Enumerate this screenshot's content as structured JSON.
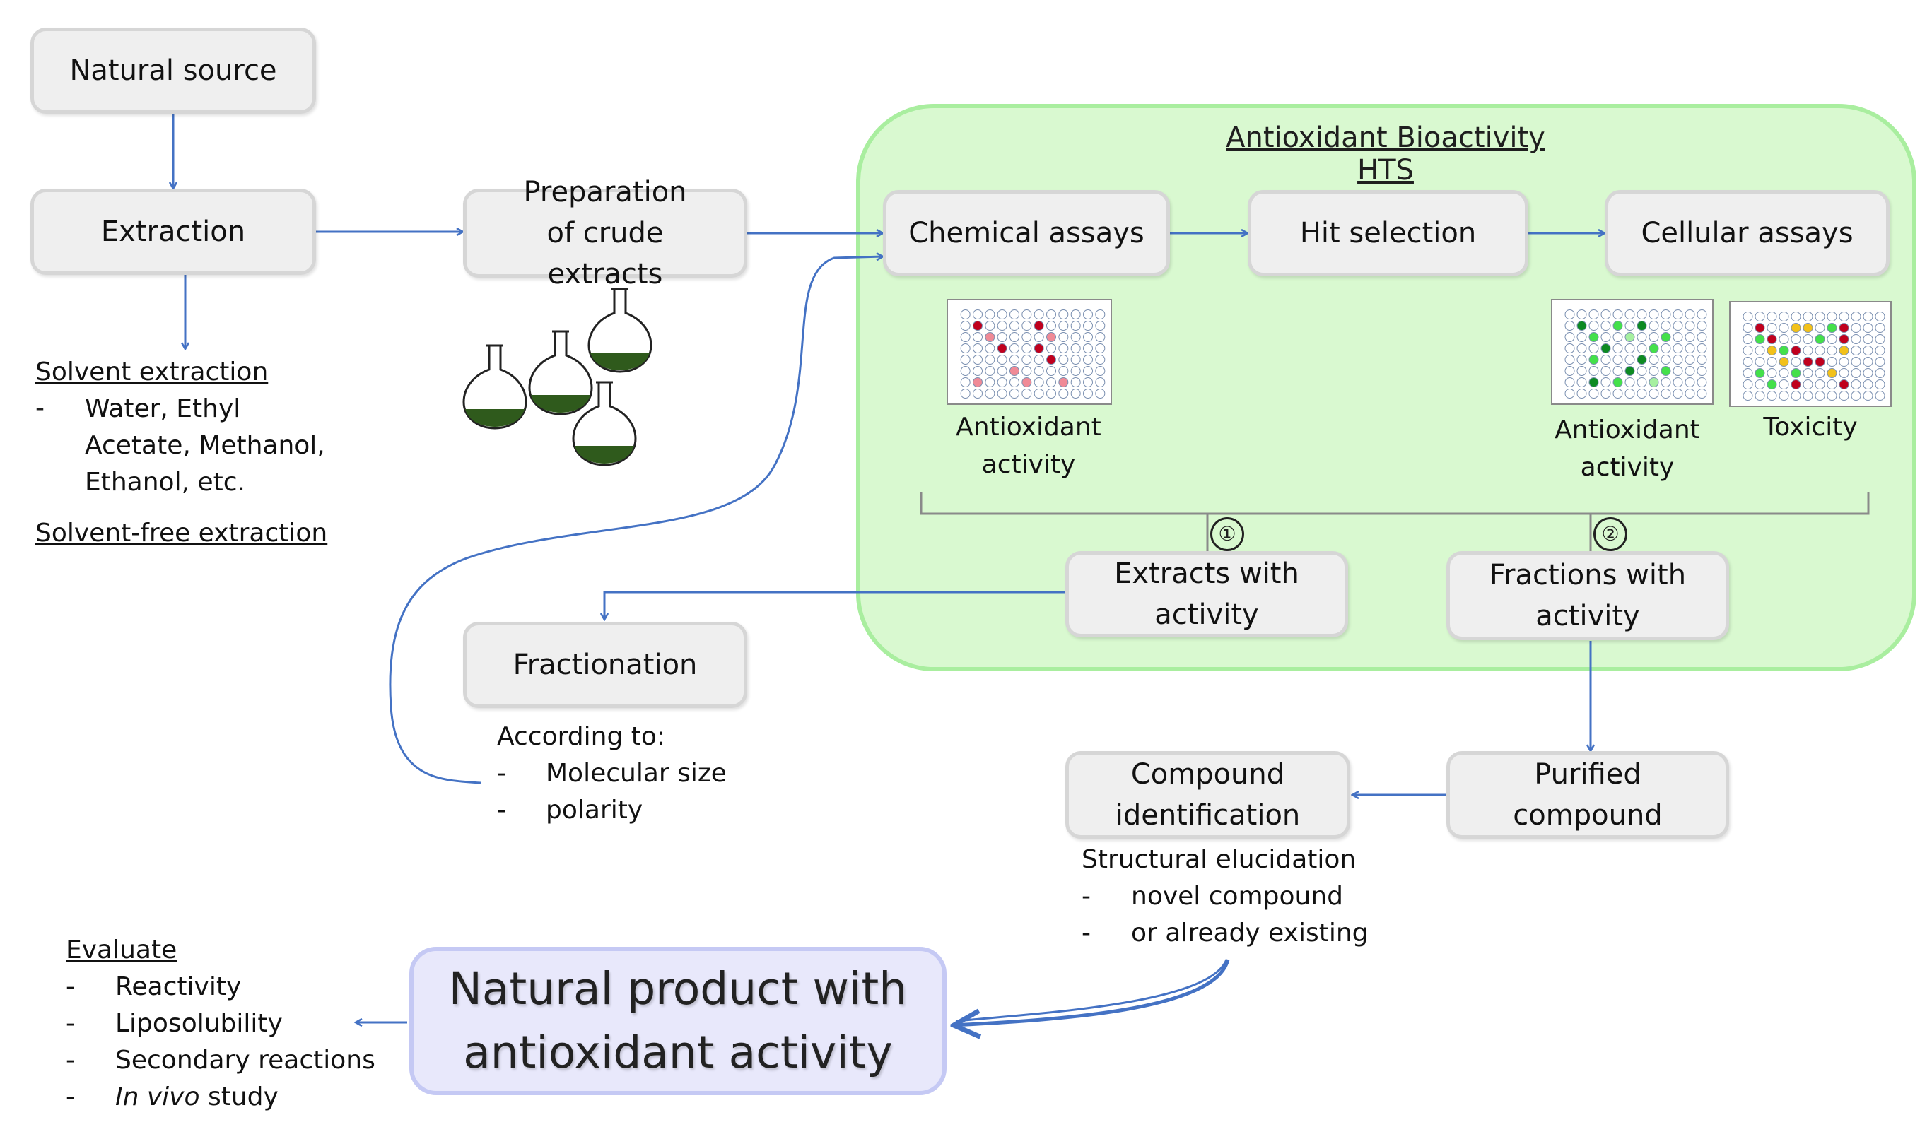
{
  "diagram": {
    "nodes": {
      "natural_source": "Natural source",
      "extraction": "Extraction",
      "preparation": "Preparation of crude extracts",
      "chemical_assays": "Chemical assays",
      "hit_selection": "Hit selection",
      "cellular_assays": "Cellular assays",
      "extracts_with_activity": "Extracts with activity",
      "fractions_with_activity": "Fractions with activity",
      "fractionation": "Fractionation",
      "purified_compound": "Purified compound",
      "compound_identification": "Compound identification",
      "final_product": "Natural product with antioxidant activity"
    },
    "hts_title": "Antioxidant Bioactivity HTS",
    "plate_labels": {
      "chemical": "Antioxidant activity",
      "cellular_antioxidant": "Antioxidant activity",
      "toxicity": "Toxicity"
    },
    "step_markers": [
      "①",
      "②"
    ],
    "extraction_notes": {
      "solvent_title": "Solvent extraction",
      "dash": "-",
      "solvent_items": [
        "Water, Ethyl",
        "Acetate, Methanol,",
        "Ethanol, etc."
      ],
      "solvent_free_title": "Solvent-free extraction"
    },
    "fractionation_notes": {
      "title": "According to:",
      "items": [
        "Molecular size",
        "polarity"
      ]
    },
    "identification_notes": {
      "title": "Structural elucidation",
      "items": [
        "novel compound",
        "or already existing"
      ]
    },
    "evaluate_notes": {
      "title": "Evaluate",
      "items": [
        "Reactivity",
        "Liposolubility",
        "Secondary reactions"
      ],
      "last_item_italic": "In vivo",
      "last_item_rest": " study"
    },
    "colors": {
      "arrow": "#4472c4",
      "panel_fill": "#d9f9d0",
      "panel_border": "#a9ee9f",
      "box_fill": "#efefef",
      "final_fill": "#e8e8fb",
      "well_red_dark": "#c0001d",
      "well_red_light": "#f08a96",
      "well_green_dark": "#0d8a22",
      "well_green_light": "#44e04a",
      "well_pale_green": "#a6f0a0",
      "well_yellow": "#f2c11a",
      "liquid": "#2f5a1c"
    }
  }
}
